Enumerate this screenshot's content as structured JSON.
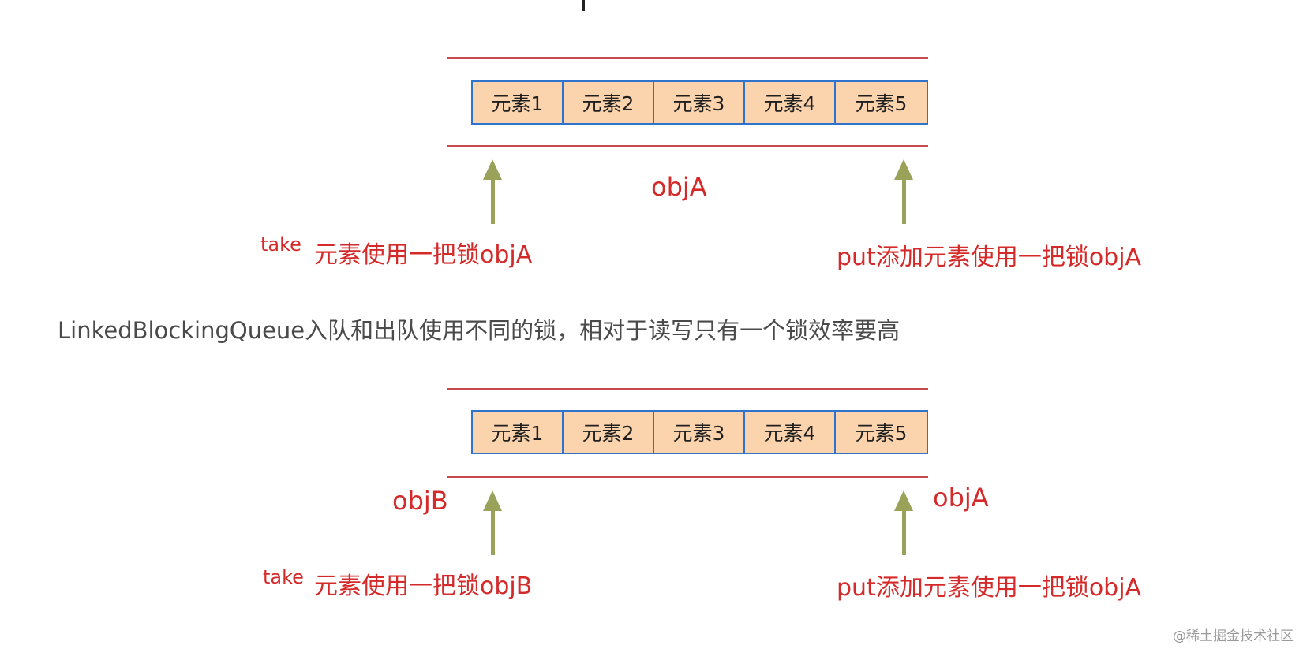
{
  "diagram1": {
    "cells": [
      "元素1",
      "元素2",
      "元素3",
      "元素4",
      "元素5"
    ],
    "center_lock": "objA",
    "take_prefix": "take",
    "take_label": "元素使用一把锁objA",
    "put_label": "put添加元素使用一把锁objA"
  },
  "description": "LinkedBlockingQueue入队和出队使用不同的锁，相对于读写只有一个锁效率要高",
  "diagram2": {
    "cells": [
      "元素1",
      "元素2",
      "元素3",
      "元素4",
      "元素5"
    ],
    "left_lock": "objB",
    "right_lock": "objA",
    "take_prefix": "take",
    "take_label": "元素使用一把锁objB",
    "put_label": "put添加元素使用一把锁objA"
  },
  "watermark": "@稀土掘金技术社区",
  "colors": {
    "rule_line": "#c8494f",
    "cell_fill": "#fbd3ad",
    "cell_border": "#2f74cc",
    "arrow": "#9aa25a",
    "label_text": "#d42a2a"
  }
}
